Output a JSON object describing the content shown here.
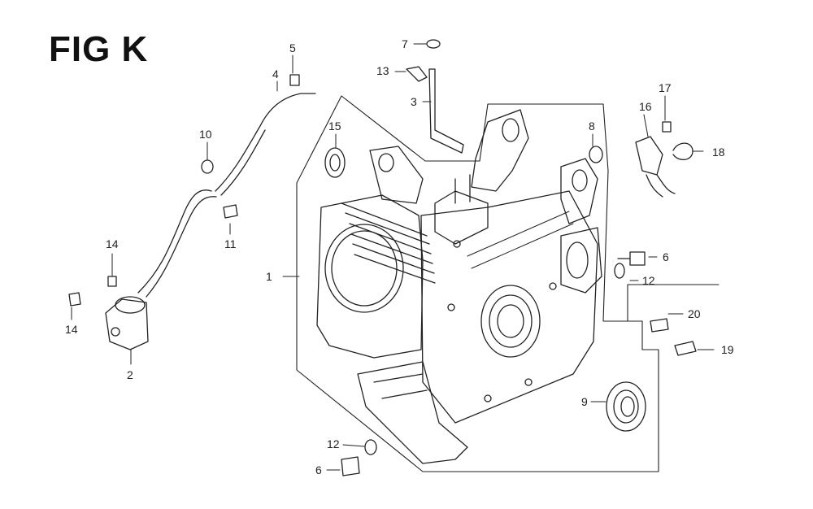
{
  "figure": {
    "title": "FIG K"
  },
  "callouts": {
    "c1": "1",
    "c2": "2",
    "c3": "3",
    "c4": "4",
    "c5": "5",
    "c6a": "6",
    "c6b": "6",
    "c7": "7",
    "c8": "8",
    "c9": "9",
    "c10": "10",
    "c11": "11",
    "c12a": "12",
    "c12b": "12",
    "c13": "13",
    "c14a": "14",
    "c14b": "14",
    "c15": "15",
    "c16": "16",
    "c17": "17",
    "c18": "18",
    "c19": "19",
    "c20": "20"
  }
}
